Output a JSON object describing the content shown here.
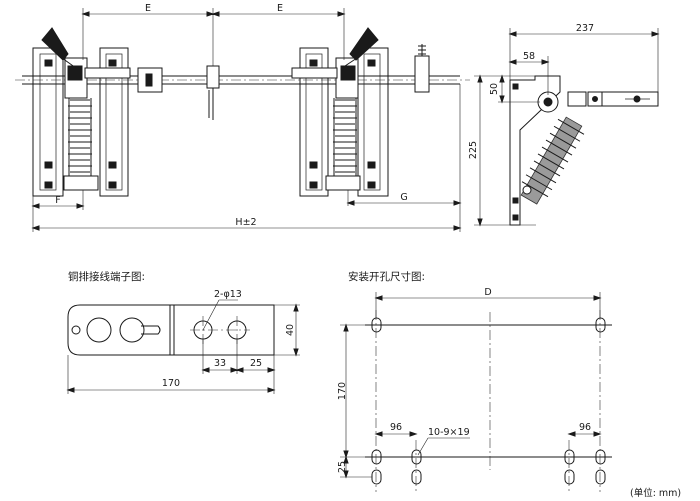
{
  "top_view": {
    "dim_E_left": "E",
    "dim_E_right": "E",
    "dim_F": "F",
    "dim_G": "G",
    "dim_H": "H±2"
  },
  "side_view": {
    "dim_width": "237",
    "dim_offset": "58",
    "dim_height_upper": "50",
    "dim_height_total": "225"
  },
  "terminal": {
    "caption": "铜排接线端子图:",
    "hole_label": "2-φ13",
    "dim_length": "170",
    "dim_hole_spacing": "33",
    "dim_edge": "25",
    "dim_width": "40"
  },
  "mounting": {
    "caption": "安装开孔尺寸图:",
    "dim_D": "D",
    "dim_height": "170",
    "dim_bottom": "25",
    "dim_left_spacing": "96",
    "dim_right_spacing": "96",
    "slot_label": "10-9×19"
  },
  "unit_note": "(单位: mm)"
}
